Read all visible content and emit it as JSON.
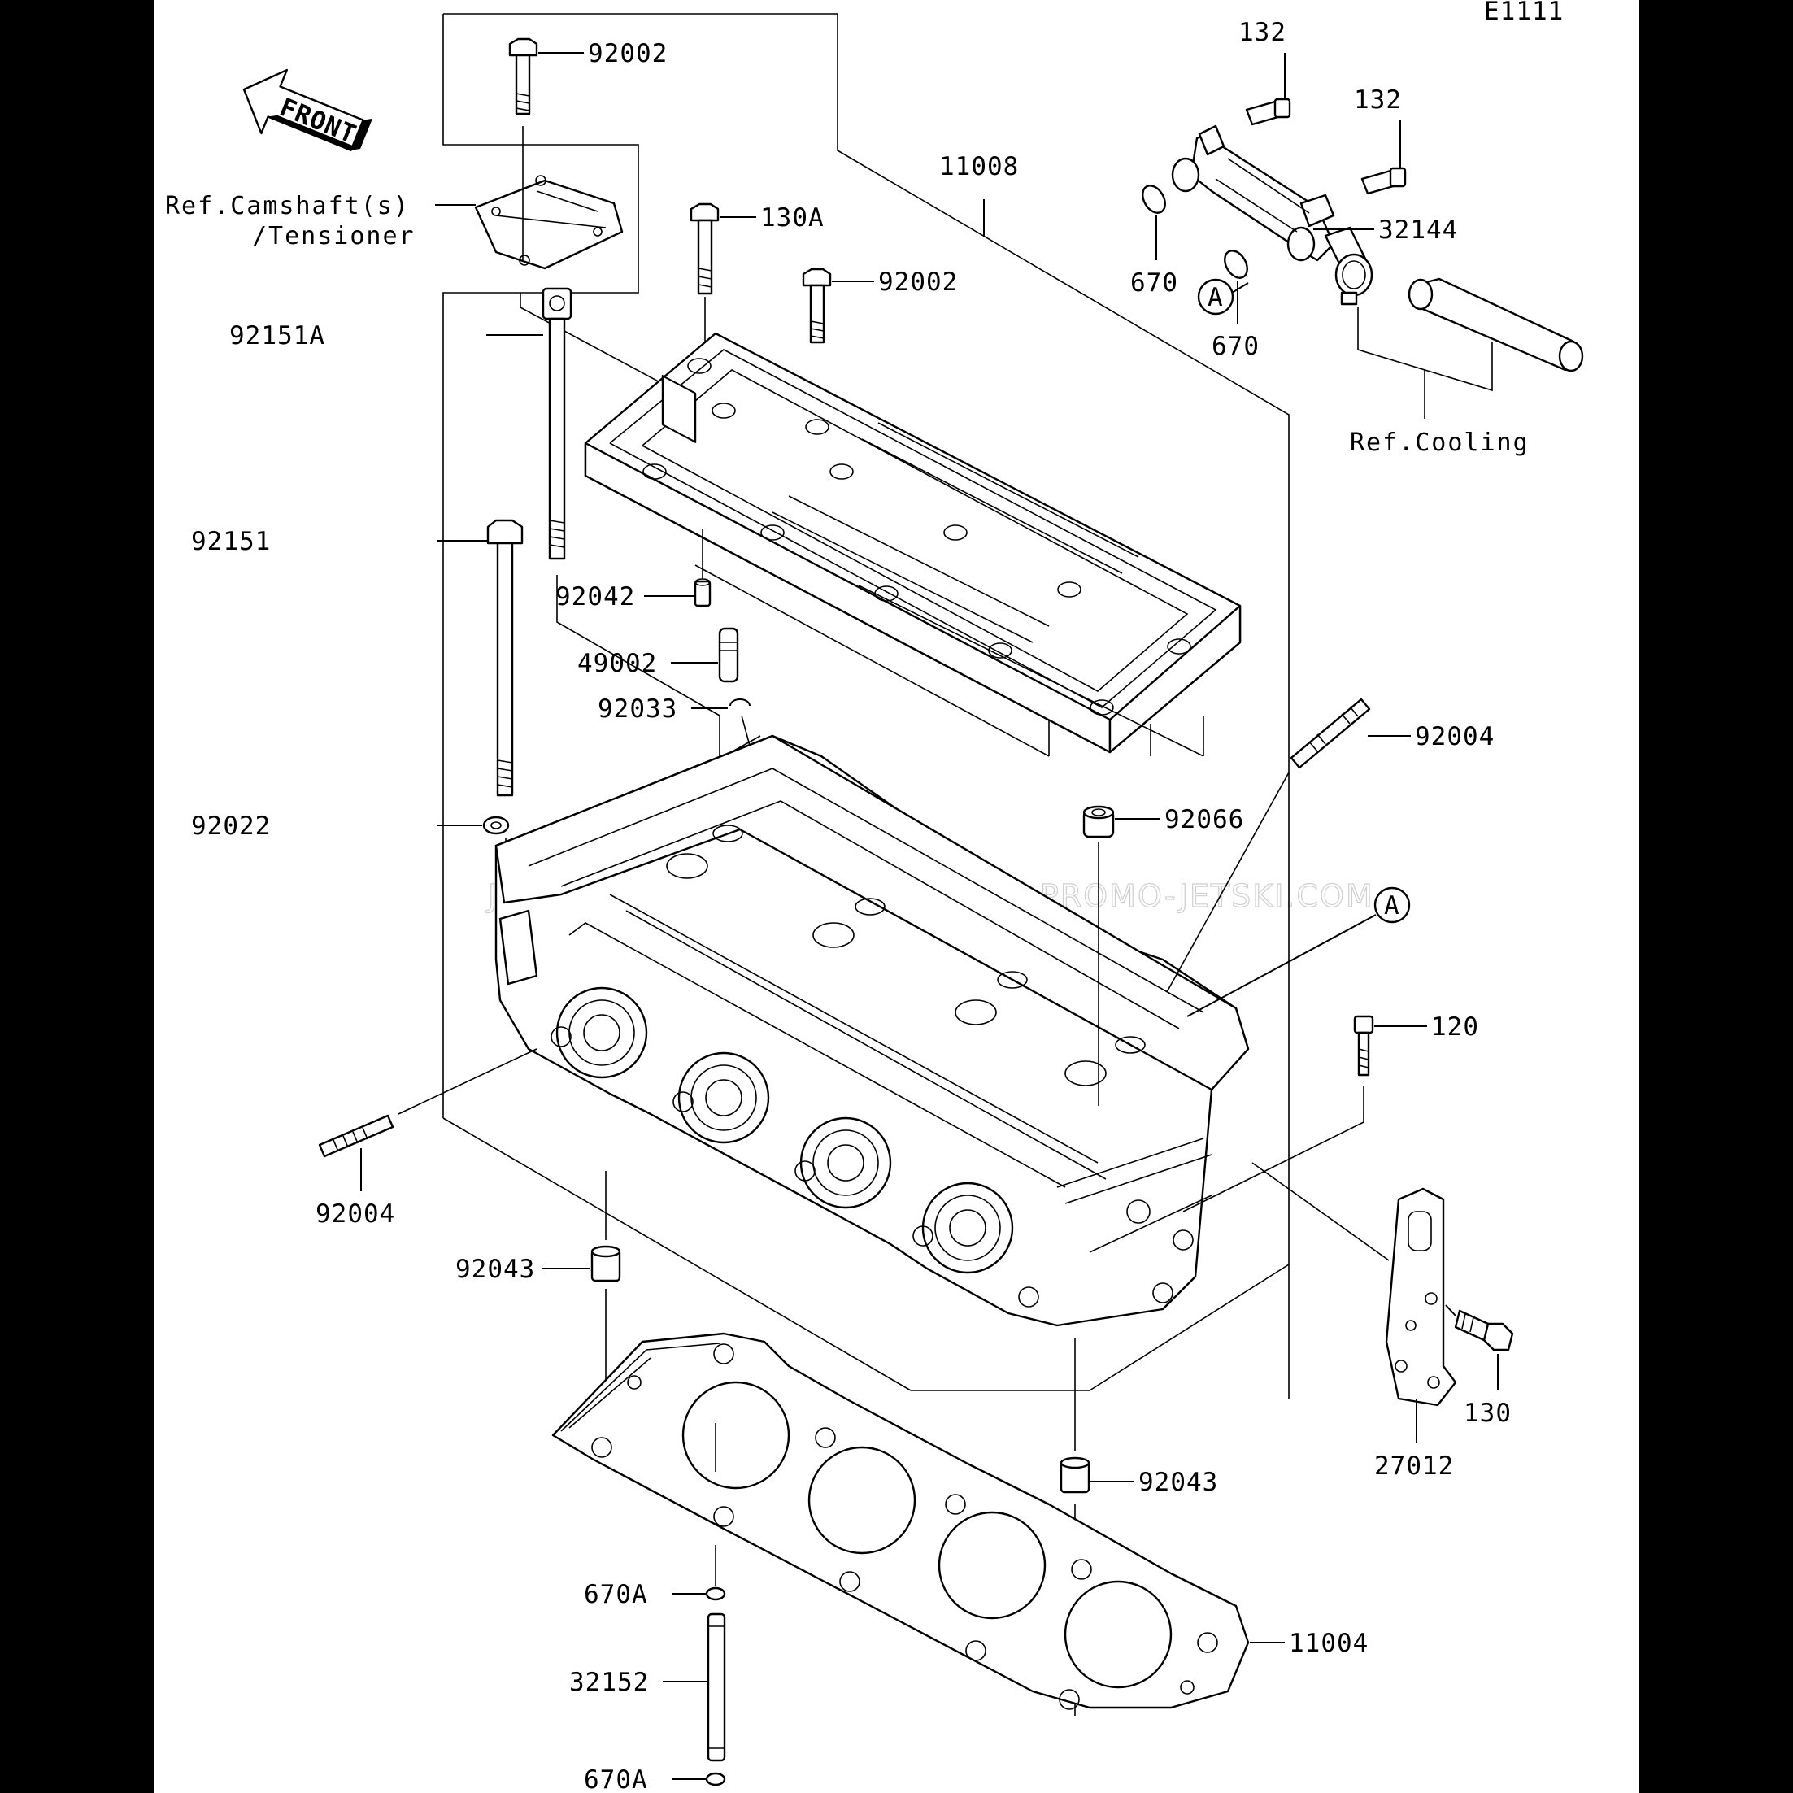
{
  "diagram_code": "E1111",
  "watermark": "JETSKI.COM PROMO-JETSKI.COM PROMO-JETSKI.COM",
  "front_arrow_label": "FRONT",
  "references": {
    "camshaft_line1": "Ref.Camshaft(s)",
    "camshaft_line2": "/Tensioner",
    "cooling": "Ref.Cooling"
  },
  "circle_marker": "A",
  "parts": {
    "p92002_top": "92002",
    "p11008": "11008",
    "p132_a": "132",
    "p132_b": "132",
    "p32144": "32144",
    "p670_a": "670",
    "p670_b": "670",
    "p130A": "130A",
    "p92002_mid": "92002",
    "p92151A": "92151A",
    "p92151": "92151",
    "p92042": "92042",
    "p49002": "49002",
    "p92033": "92033",
    "p92004_right": "92004",
    "p92066": "92066",
    "p92022": "92022",
    "p120": "120",
    "p92004_left": "92004",
    "p92043_left": "92043",
    "p92043_right": "92043",
    "p130": "130",
    "p27012": "27012",
    "p670A_top": "670A",
    "p11004": "11004",
    "p32152": "32152",
    "p670A_bottom": "670A"
  }
}
